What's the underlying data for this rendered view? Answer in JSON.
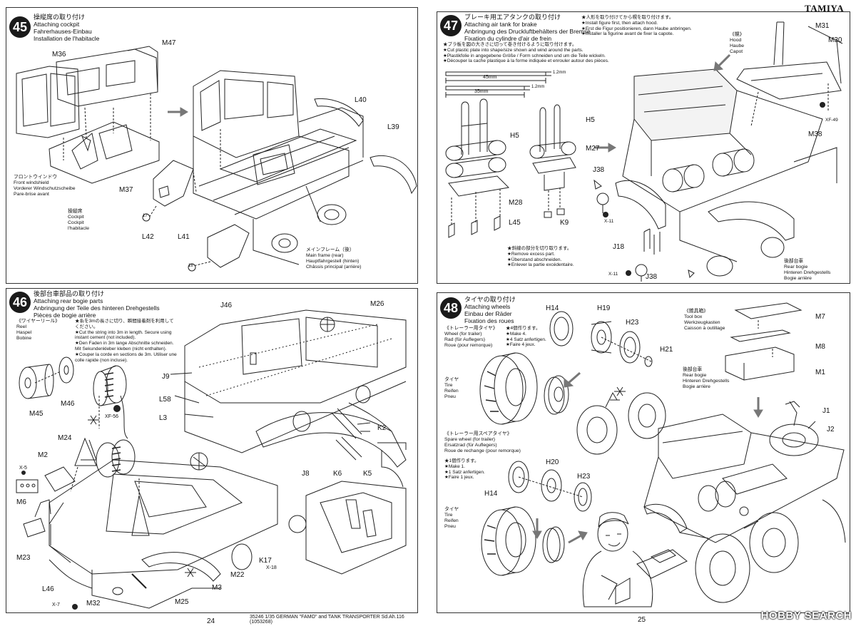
{
  "brand": "TAMIYA",
  "footer": {
    "left_pagenum": "24",
    "right_pagenum": "25",
    "product_line": "35246 1/35 GERMAN \"FAMO\" and TANK TRANSPORTER Sd.Ah.116 (1053268)"
  },
  "watermark": "HOBBY SEARCH",
  "steps": {
    "s45": {
      "num": "45",
      "title": [
        "操縦席の取り付け",
        "Attaching cockpit",
        "Fahrerhauses-Einbau",
        "Installation de l'habitacle"
      ],
      "labels": {
        "m36": "M36",
        "m47": "M47",
        "m37": "M37",
        "l40": "L40",
        "l39": "L39",
        "l42": "L42",
        "l41": "L41",
        "n17": "17",
        "n18": "18"
      },
      "windshield": [
        "フロントウインドウ",
        "Front windshield",
        "Vorderer Windschutzscheibe",
        "Pare-brise avant"
      ],
      "cockpit": [
        "操縦席",
        "Cockpit",
        "Cockpit",
        "l'habitacle"
      ],
      "frame": [
        "メインフレーム（後）",
        "Main frame (rear)",
        "Hauptfahrgestell (hinten)",
        "Châssis principal (arrière)"
      ]
    },
    "s46": {
      "num": "46",
      "title": [
        "後部台車部品の取り付け",
        "Attaching rear bogie parts",
        "Anbringung der Teile des hinteren Drehgestells",
        "Pièces de bogie arrière"
      ],
      "reel": [
        "《ワイヤーリール》",
        "Reel",
        "Haspel",
        "Bobine"
      ],
      "note": [
        "★糸を3mの長さに切り、瞬間接着剤を利用して",
        "ください。",
        "★Cut the string into 3m in length. Secure using",
        "instant cement (not included).",
        "★Den Faden in 3m lange Abschnitte schneiden.",
        "Mit Sekundenkleber kleben (nicht enthalten).",
        "★Couper la corde en sections de 3m. Utiliser une",
        "colle rapide (non incluse)."
      ],
      "labels": {
        "m45": "M45",
        "m46": "M46",
        "xf56": "XF-56",
        "j46": "J46",
        "m26": "M26",
        "j9": "J9",
        "l58": "L58",
        "l3": "L3",
        "k2": "K2",
        "j8": "J8",
        "k6": "K6",
        "k5": "K5",
        "m24": "M24",
        "m2": "M2",
        "x5": "X-5",
        "m6": "M6",
        "m23": "M23",
        "l46": "L46",
        "x7": "X-7",
        "m32": "M32",
        "m25": "M25",
        "m3": "M3",
        "m22": "M22",
        "k17": "K17",
        "x18": "X-18"
      }
    },
    "s47": {
      "num": "47",
      "title": [
        "ブレーキ用エアタンクの取り付け",
        "Attaching air tank for brake",
        "Anbringung des Druckluftbehälters der Bremse",
        "Fixation du cylindre d'air de frein"
      ],
      "figure_note": [
        "★人形を取り付けてから幌を取り付けます。",
        "★Install figure first, then attach hood.",
        "★Erst die Figur positionieren, dann Haube anbringen.",
        "★Installer la figurine avant de fixer la capote."
      ],
      "plate_note": [
        "★プラ板を図の大きさに切って巻き付けるように取り付けます。",
        "★Cut plastic plate into shape/size shown and wind around the parts.",
        "★Plastikfolie in angegebene Größe / Form schneiden und um die Teile wickeln.",
        "★Découper la cache plastique à la forme indiquée et enrouler autour des pièces."
      ],
      "dims": {
        "d45": "45mm",
        "d35": "35mm",
        "t1": "1.2mm",
        "t2": "1.2mm"
      },
      "hood": [
        "《幌》",
        "Hood",
        "Haube",
        "Capot"
      ],
      "cut_note": [
        "★斜線の部分を切り取ります。",
        "★Remove excess part.",
        "★Überstand abschneiden.",
        "★Enlever la partie excédentaire."
      ],
      "rear_bogie": [
        "後部台車",
        "Rear bogie",
        "Hinteren Drehgestells",
        "Bogie arrière"
      ],
      "labels": {
        "m31": "M31",
        "m30": "M30",
        "xf49": "XF-49",
        "m38": "M38",
        "h5a": "H5",
        "h5b": "H5",
        "m27": "M27",
        "j38a": "J38",
        "m28": "M28",
        "l45": "L45",
        "k9": "K9",
        "x11a": "X-11",
        "j18": "J18",
        "x11b": "X-11",
        "j38b": "J38"
      }
    },
    "s48": {
      "num": "48",
      "title": [
        "タイヤの取り付け",
        "Attaching wheels",
        "Einbau der Räder",
        "Fixation des roues"
      ],
      "trailer_wheel": [
        "《トレーラー用タイヤ》",
        "Wheel (for trailer)",
        "Rad (für Auflegers)",
        "Roue (pour remorque)"
      ],
      "make4": [
        "★4個作ります。",
        "★Make 4.",
        "★4 Satz anfertigen.",
        "★Faire 4 jeux."
      ],
      "tire1": [
        "タイヤ",
        "Tire",
        "Reifen",
        "Pneu"
      ],
      "spare": [
        "《トレーラー用スペアタイヤ》",
        "Spare wheel (for trailer)",
        "Ersatzrad (für Auflegers)",
        "Roue de rechange (pour remorque)"
      ],
      "make1": [
        "★1個作ります。",
        "★Make 1.",
        "★1 Satz anfertigen.",
        "★Faire 1 jeux."
      ],
      "tire2": [
        "タイヤ",
        "Tire",
        "Reifen",
        "Pneu"
      ],
      "toolbox": [
        "《雑具箱》",
        "Tool box",
        "Werkzeugkasten",
        "Caisson à outillage"
      ],
      "rear_bogie": [
        "後部台車",
        "Rear bogie",
        "Hinteren Drehgestells",
        "Bogie arrière"
      ],
      "labels": {
        "h14a": "H14",
        "h19": "H19",
        "h23a": "H23",
        "h21": "H21",
        "m7": "M7",
        "m8": "M8",
        "m1": "M1",
        "j1": "J1",
        "j2": "J2",
        "h20": "H20",
        "h14b": "H14",
        "h23b": "H23"
      }
    }
  }
}
